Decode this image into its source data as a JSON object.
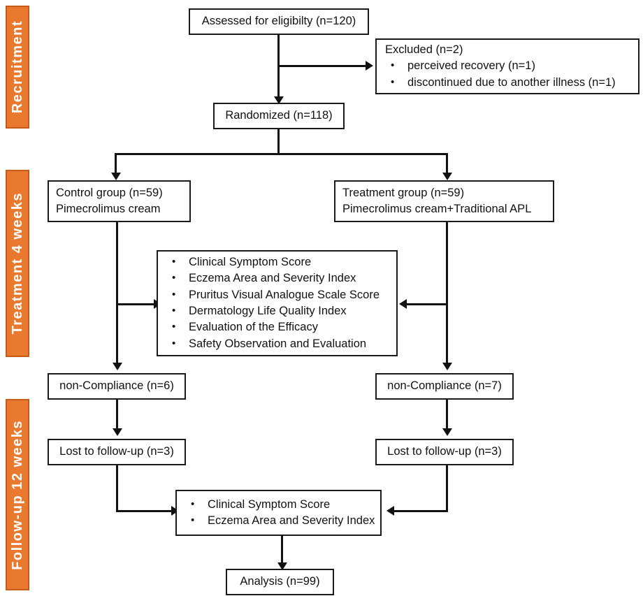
{
  "figure": {
    "type": "consort-flow-diagram",
    "accent_color": "#E8792E",
    "accent_border_color": "#C75B1A",
    "line_color": "#111111"
  },
  "phases": [
    {
      "label": "Recruitment"
    },
    {
      "label": "Treatment 4 weeks"
    },
    {
      "label": "Follow-up 12 weeks"
    }
  ],
  "nodes": {
    "assessed": {
      "text": "Assessed for eligibilty (n=120)"
    },
    "excluded": {
      "title": "Excluded (n=2)",
      "items": [
        "perceived recovery (n=1)",
        "discontinued due to another illness (n=1)"
      ]
    },
    "randomized": {
      "text": "Randomized (n=118)"
    },
    "control_group": {
      "line1": "Control group (n=59)",
      "line2": "Pimecrolimus cream"
    },
    "treatment_group": {
      "line1": "Treatment group (n=59)",
      "line2": "Pimecrolimus cream+Traditional APL"
    },
    "outcomes_treatment": {
      "items": [
        "Clinical Symptom Score",
        "Eczema Area and Severity Index",
        "Pruritus Visual Analogue Scale Score",
        "Dermatology Life Quality Index",
        "Evaluation of the Efficacy",
        "Safety Observation and Evaluation"
      ]
    },
    "noncompliance_left": {
      "text": "non-Compliance (n=6)"
    },
    "noncompliance_right": {
      "text": "non-Compliance (n=7)"
    },
    "lost_left": {
      "text": "Lost to follow-up (n=3)"
    },
    "lost_right": {
      "text": "Lost to follow-up (n=3)"
    },
    "outcomes_followup": {
      "items": [
        "Clinical Symptom Score",
        "Eczema Area and Severity Index"
      ]
    },
    "analysis": {
      "text": "Analysis (n=99)"
    }
  }
}
